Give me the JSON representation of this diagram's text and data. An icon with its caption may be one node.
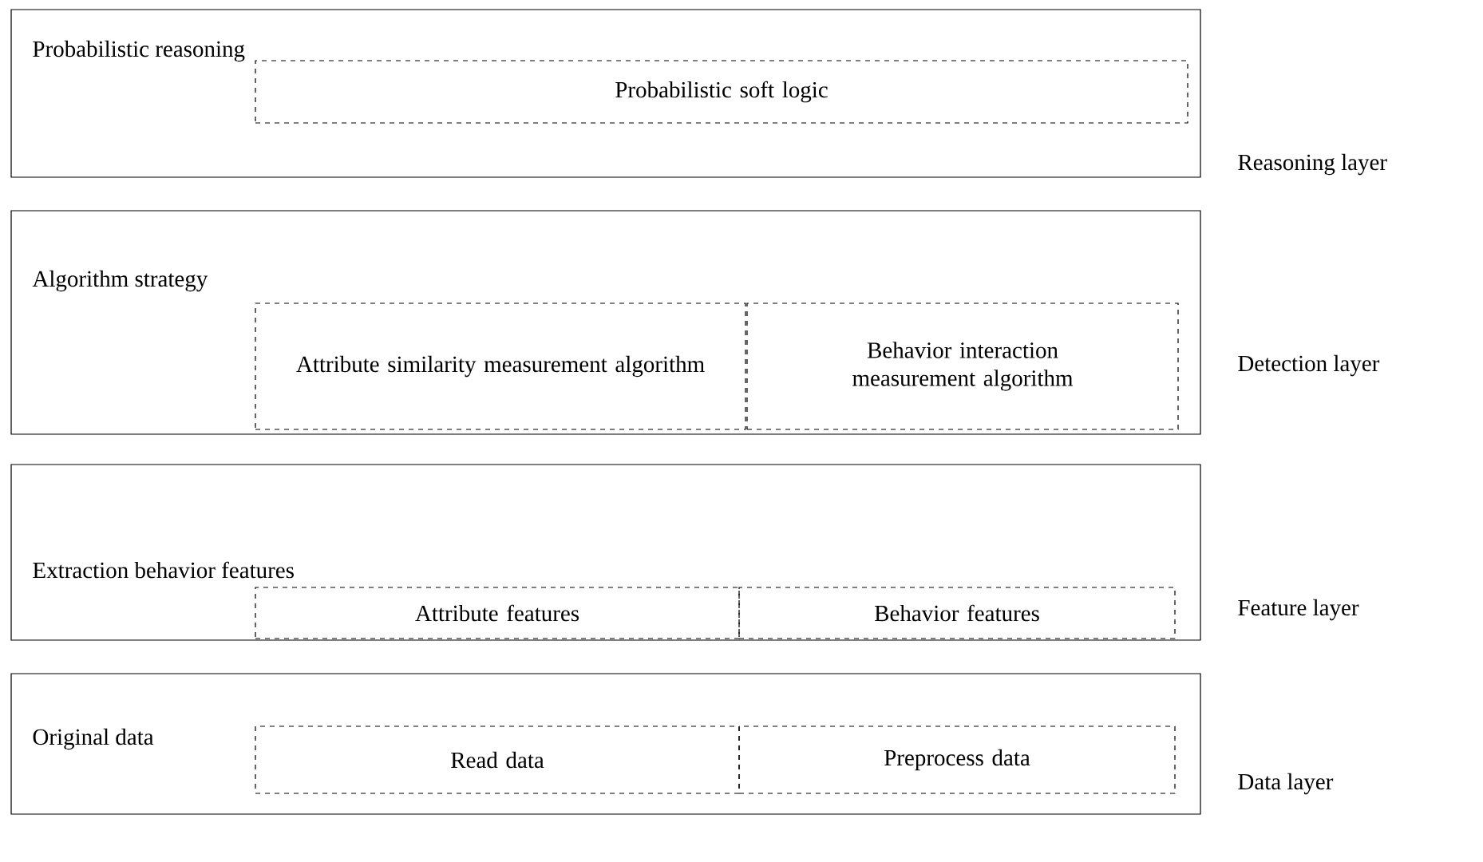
{
  "diagram": {
    "nodes": [
      {
        "text": [
          "Probabilistic reasoning"
        ],
        "beside": [
          "Reasoning layer"
        ]
      },
      {
        "text": [
          "Probabilistic soft logic"
        ],
        "in": 0
      },
      {
        "text": [
          "Algorithm strategy"
        ],
        "beside": [
          "Detection layer"
        ]
      },
      {
        "text": [
          "Attribute similarity measurement algorithm"
        ],
        "in": 2
      },
      {
        "text": [
          "Behavior interaction measurement algorithm"
        ],
        "in": 2
      },
      {
        "text": [
          "Extraction behavior features"
        ],
        "beside": [
          "Feature layer"
        ]
      },
      {
        "text": [
          "Attribute features"
        ],
        "in": 5
      },
      {
        "text": [
          "Behavior features"
        ],
        "in": 5
      },
      {
        "text": [
          "Original data"
        ],
        "beside": [
          "Data layer"
        ]
      },
      {
        "text": [
          "Read data"
        ],
        "in": 8
      },
      {
        "text": [
          "Preprocess data"
        ],
        "in": 8
      }
    ]
  }
}
